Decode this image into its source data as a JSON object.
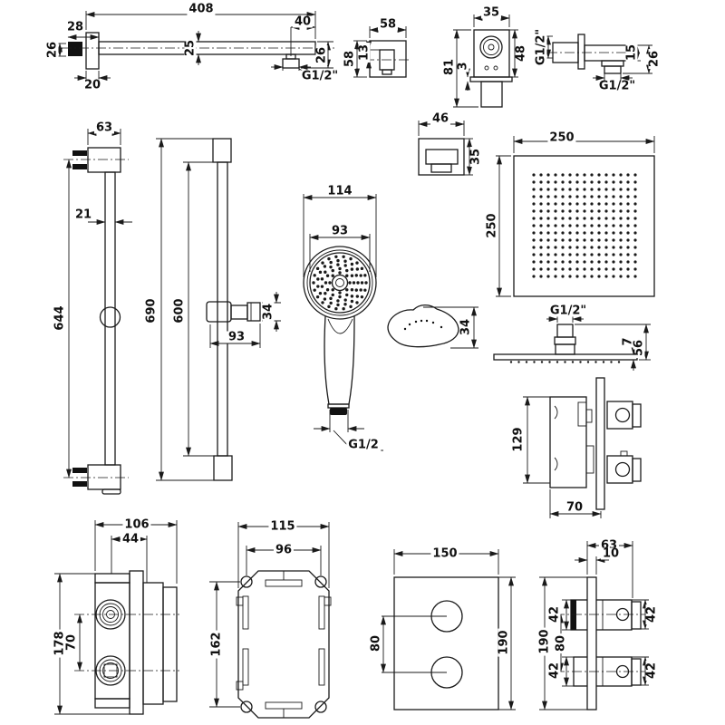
{
  "drawing": {
    "background": "#ffffff",
    "line_color": "#1a1a1a"
  },
  "parts": {
    "shower_arm": {
      "length": "408",
      "end_offset": "40",
      "flange_width": "28",
      "flange_height": "26",
      "plate_depth": "20",
      "bar_size": "25",
      "drop": "26",
      "thread": "G1/2\""
    },
    "escutcheon": {
      "width": "58",
      "height": "58",
      "inset": "13"
    },
    "wall_union": {
      "width": "35",
      "height": "81",
      "plate": "3",
      "body_height": "48"
    },
    "wall_elbow": {
      "inlet_thread": "G1/2\"",
      "body": "15",
      "height": "26",
      "outlet_thread": "G1/2\""
    },
    "outlet_box": {
      "width": "46",
      "height": "35"
    },
    "head_face": {
      "width": "250",
      "height": "250"
    },
    "head_side": {
      "thread": "G1/2\"",
      "edge": "7",
      "depth": "56"
    },
    "rail_side": {
      "bracket_width": "63",
      "tube": "21",
      "length": "644"
    },
    "rail_front": {
      "overall": "690",
      "rail_length": "600",
      "holder_width": "93",
      "holder_height": "34"
    },
    "hand_shower": {
      "width": "114",
      "face": "93",
      "thread": "G1/2"
    },
    "hand_shower_side": {
      "depth": "34"
    },
    "mixer_side": {
      "height": "129",
      "depth": "70"
    },
    "mixer_body": {
      "width": "106",
      "ports": "44",
      "height": "178",
      "port_spacing": "70"
    },
    "mounting_frame": {
      "width": "115",
      "hole_spacing_x": "96",
      "hole_spacing_y": "162"
    },
    "trim_plate": {
      "width": "150",
      "height": "190",
      "knob_spacing": "80"
    },
    "trim_side": {
      "depth": "63",
      "plate": "10",
      "height": "190",
      "knob_top": "42",
      "knob_spacing": "80",
      "knob_bottom": "42",
      "knob_top_right": "42",
      "knob_bottom_right": "42"
    }
  }
}
